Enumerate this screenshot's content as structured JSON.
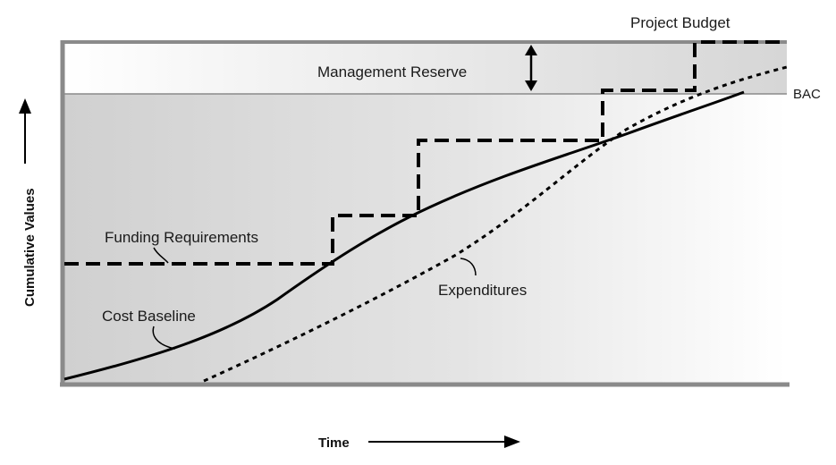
{
  "figure": {
    "labels": {
      "project_budget": "Project Budget",
      "management_reserve": "Management Reserve",
      "bac": "BAC",
      "funding_requirements": "Funding Requirements",
      "expenditures": "Expenditures",
      "cost_baseline": "Cost Baseline"
    },
    "axes": {
      "x_title": "Time",
      "y_title": "Cumulative Values"
    },
    "colors": {
      "frame": "#8a8a8a",
      "reserve_band": "#dcdcdc",
      "area_fill_dark": "#d2d2d2",
      "area_fill_light": "#ffffff",
      "lines": "#000000"
    }
  }
}
